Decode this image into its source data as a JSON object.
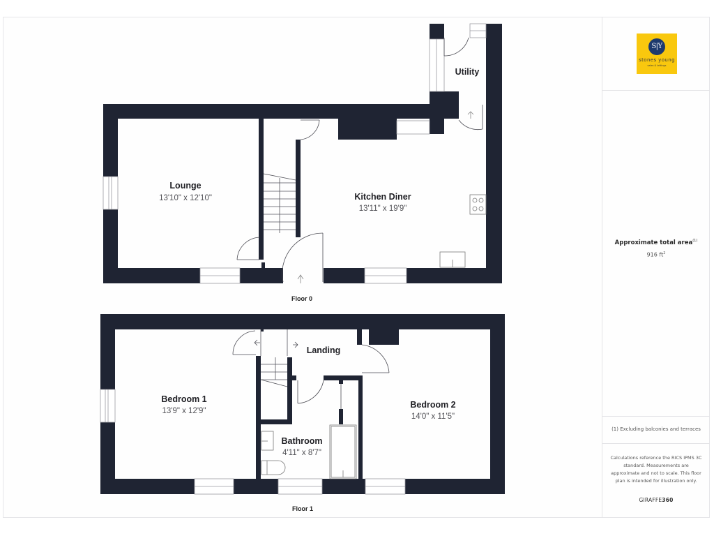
{
  "brand": {
    "logo_initials": "S|Y",
    "logo_name": "stones young",
    "logo_tagline": "sales & lettings",
    "colors": {
      "logo_bg": "#f9c80e",
      "logo_circle": "#1d3a6e",
      "wall": "#1f2433"
    }
  },
  "floors": [
    {
      "label": "Floor 0",
      "rooms": [
        {
          "name": "Lounge",
          "dimensions": "13'10\" x 12'10\""
        },
        {
          "name": "Kitchen Diner",
          "dimensions": "13'11\" x 19'9\""
        },
        {
          "name": "Utility",
          "dimensions": ""
        }
      ]
    },
    {
      "label": "Floor 1",
      "rooms": [
        {
          "name": "Bedroom 1",
          "dimensions": "13'9\" x 12'9\""
        },
        {
          "name": "Landing",
          "dimensions": ""
        },
        {
          "name": "Bathroom",
          "dimensions": "4'11\" x 8'7\""
        },
        {
          "name": "Bedroom 2",
          "dimensions": "14'0\" x 11'5\""
        }
      ]
    }
  ],
  "sidebar": {
    "area_title": "Approximate total area",
    "area_footnote_marker": "(1)",
    "area_value": "916 ft",
    "area_unit_sup": "2",
    "note_excluding": "(1) Excluding balconies and terraces",
    "note_disclaimer": "Calculations reference the RICS IPMS 3C standard. Measurements are approximate and not to scale. This floor plan is intended for illustration only.",
    "brand_prefix": "GIRAFFE",
    "brand_suffix": "360"
  }
}
